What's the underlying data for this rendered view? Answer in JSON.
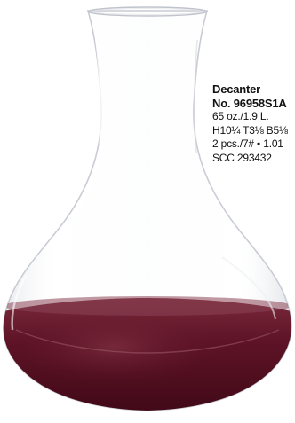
{
  "product": {
    "name": "Decanter",
    "number": "No. 96958S1A",
    "capacity": "65 oz./1.9 L.",
    "dimensions": "H10¼ T3⅛ B5⅛",
    "packing": "2 pcs./7# ▪ 1.01",
    "scc": "SCC 293432"
  },
  "colors": {
    "wine": "#5e1326",
    "glass_edge": "#c9ccd3",
    "background": "#ffffff"
  }
}
